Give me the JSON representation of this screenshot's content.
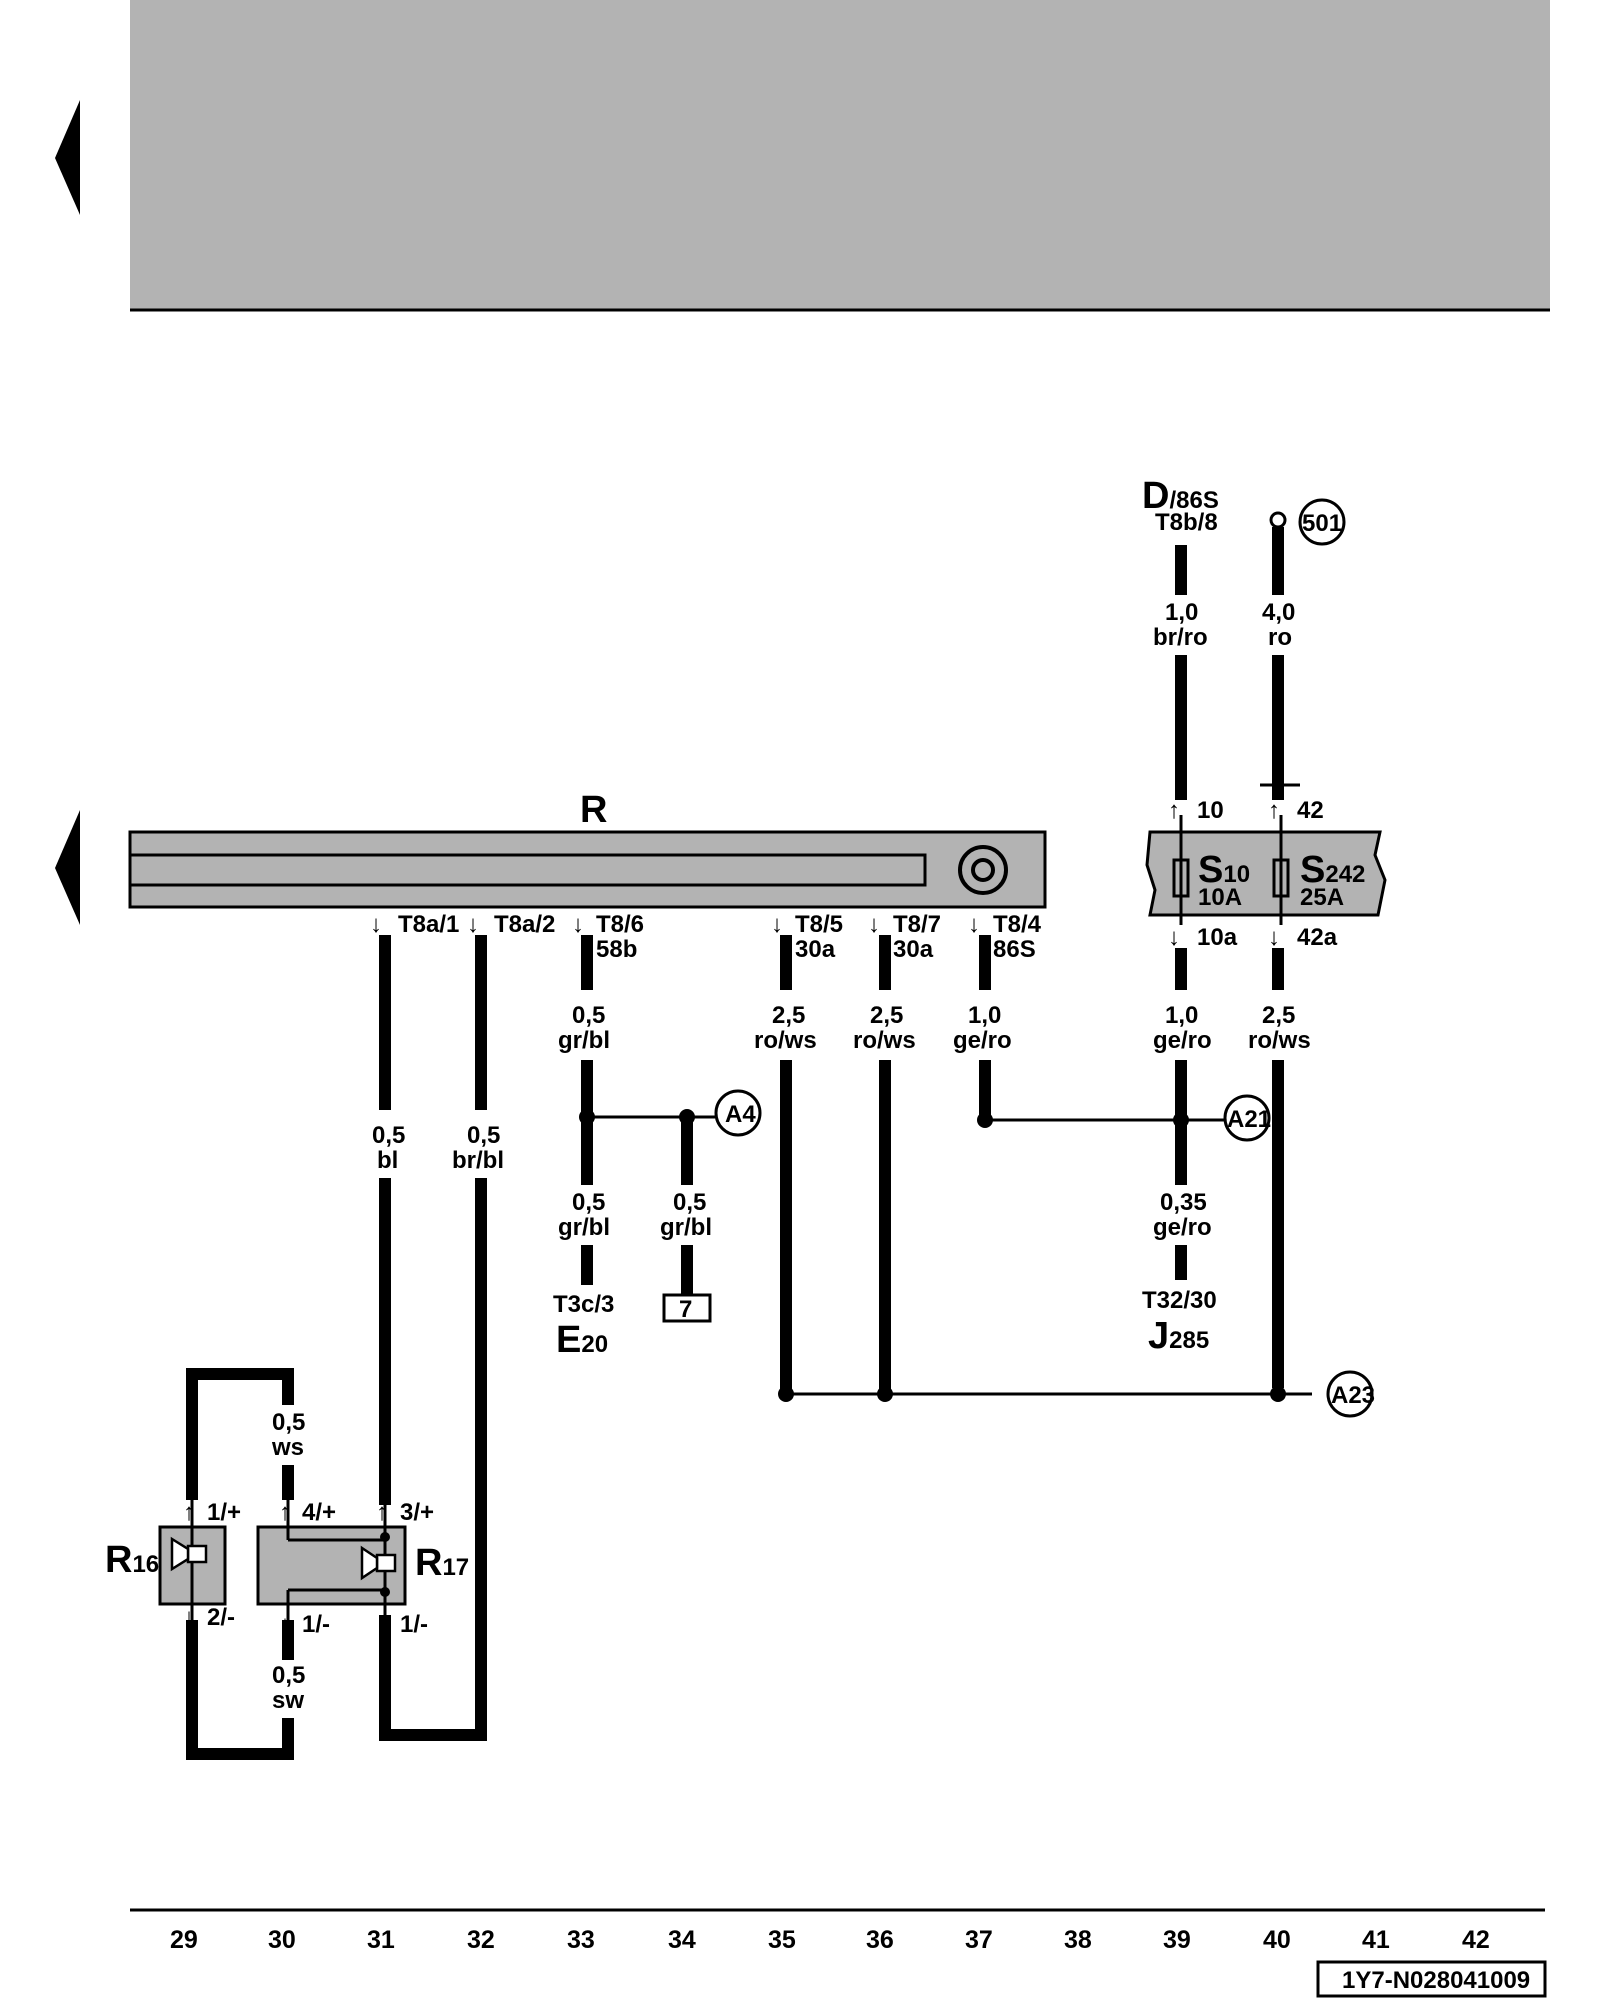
{
  "colors": {
    "header_gray": "#b3b3b3",
    "component_gray": "#b3b3b3",
    "line": "#000000"
  },
  "icons": [
    "nav-back-arrow-icon",
    "nav-back-arrow-icon",
    "coax-connector-icon",
    "fuse-icon",
    "speaker-icon"
  ],
  "components": {
    "R": "R",
    "S10": {
      "main": "S",
      "sub": "10",
      "rating": "10A"
    },
    "S242": {
      "main": "S",
      "sub": "242",
      "rating": "25A"
    },
    "D": {
      "main": "D",
      "sub": "/86S",
      "pin": "T8b/8"
    },
    "E20": {
      "main": "E",
      "sub": "20",
      "pin": "T3c/3"
    },
    "J285": {
      "main": "J",
      "sub": "285",
      "pin": "T32/30"
    },
    "R16": {
      "main": "R",
      "sub": "16"
    },
    "R17": {
      "main": "R",
      "sub": "17"
    },
    "ground_box": "7"
  },
  "refs": {
    "r501": "501",
    "A4": "A4",
    "A21": "A21",
    "A23": "A23"
  },
  "pins": {
    "T8a1": "T8a/1",
    "T8a2": "T8a/2",
    "T86": "T8/6",
    "T86b": "58b",
    "T85": "T8/5",
    "T85b": "30a",
    "T87": "T8/7",
    "T87b": "30a",
    "T84": "T8/4",
    "T84b": "86S",
    "p10": "10",
    "p42": "42",
    "p10a": "10a",
    "p42a": "42a",
    "r16_top": "1/+",
    "r16_bot": "2/-",
    "r17_a": "4/+",
    "r17_b": "3/+",
    "r17_c": "1/-",
    "r17_d": "1/-"
  },
  "wires": {
    "w_d_s": "1,0",
    "w_d_c": "br/ro",
    "w_501_s": "4,0",
    "w_501_c": "ro",
    "w_31_s": "0,5",
    "w_31_c": "bl",
    "w_32_s": "0,5",
    "w_32_c": "br/bl",
    "w_33a_s": "0,5",
    "w_33a_c": "gr/bl",
    "w_33b_s": "0,5",
    "w_33b_c": "gr/bl",
    "w_34_s": "0,5",
    "w_34_c": "gr/bl",
    "w_35_s": "2,5",
    "w_35_c": "ro/ws",
    "w_36_s": "2,5",
    "w_36_c": "ro/ws",
    "w_37_s": "1,0",
    "w_37_c": "ge/ro",
    "w_39a_s": "1,0",
    "w_39a_c": "ge/ro",
    "w_39b_s": "0,35",
    "w_39b_c": "ge/ro",
    "w_40_s": "2,5",
    "w_40_c": "ro/ws",
    "w_30a_s": "0,5",
    "w_30a_c": "ws",
    "w_30b_s": "0,5",
    "w_30b_c": "sw"
  },
  "columns": [
    "29",
    "30",
    "31",
    "32",
    "33",
    "34",
    "35",
    "36",
    "37",
    "38",
    "39",
    "40",
    "41",
    "42"
  ],
  "doc_id": "1Y7-N028041009"
}
